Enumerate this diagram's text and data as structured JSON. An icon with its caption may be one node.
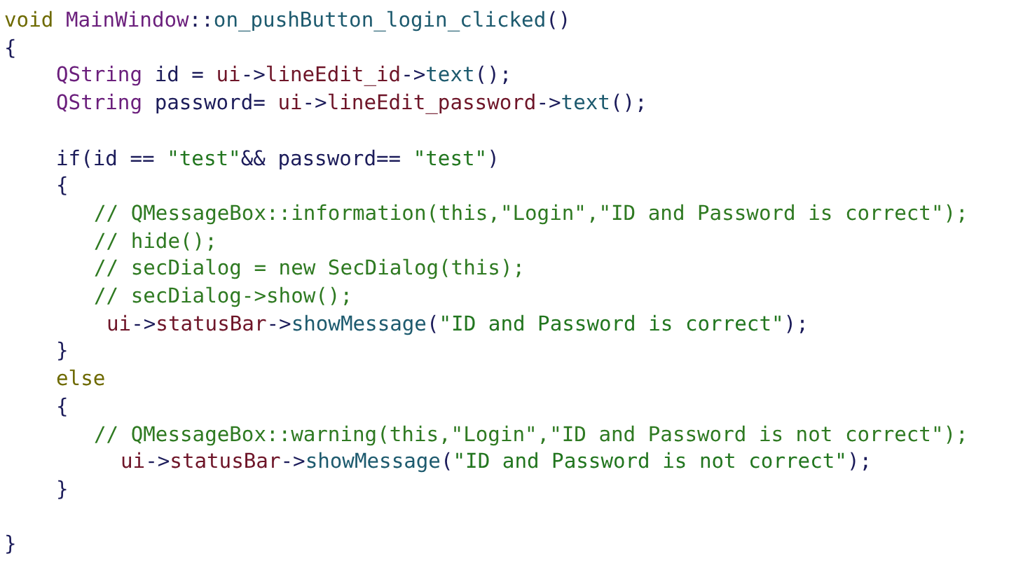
{
  "diagram": {
    "labels": [
      "void MainWindow::on_pushButton_login_clicked()",
      "{",
      "QString id = ui->lineEdit_id->text();",
      "QString password= ui->lineEdit_password->text();",
      "if(id == \"test\"&& password== \"test\")",
      "{",
      "// QMessageBox::information(this,\"Login\",\"ID and Password is correct\");",
      "// hide();",
      "// secDialog = new SecDialog(this);",
      "// secDialog->show();",
      "ui->statusBar->showMessage(\"ID and Password is correct\");",
      "}",
      "else",
      "{",
      "// QMessageBox::warning(this,\"Login\",\"ID and Password is not correct\");",
      "ui->statusBar->showMessage(\"ID and Password is not correct\");",
      "}",
      "}"
    ]
  }
}
